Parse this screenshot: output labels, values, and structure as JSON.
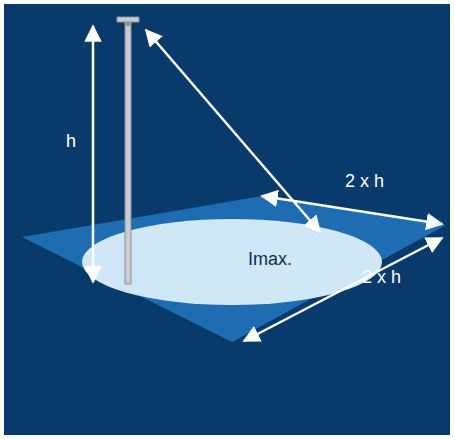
{
  "diagram": {
    "labels": [
      "h",
      "2 x h",
      "Imax.",
      "2 x h"
    ]
  }
}
